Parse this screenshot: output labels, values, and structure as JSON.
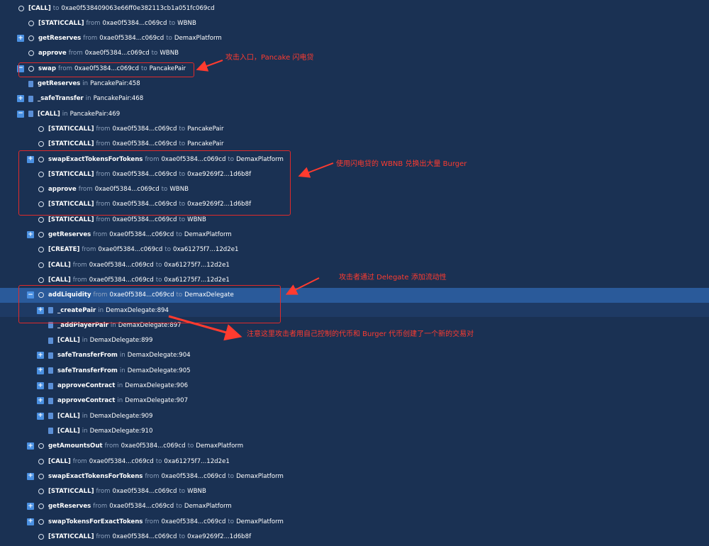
{
  "rows": [
    {
      "fn": "[CALL]",
      "kw": "to",
      "addr": "0xae0f538409063e66ff0e382113cb1a051fc069cd",
      "toggle": "",
      "icon": "circle",
      "level": 0
    },
    {
      "fn": "[STATICCALL]",
      "kw": "from",
      "addr": "0xae0f5384...c069cd",
      "kw2": "to",
      "addr2": "WBNB",
      "toggle": "",
      "icon": "circle",
      "level": 1
    },
    {
      "fn": "getReserves",
      "kw": "from",
      "addr": "0xae0f5384...c069cd",
      "kw2": "to",
      "addr2": "DemaxPlatform",
      "toggle": "+",
      "icon": "circle",
      "level": 1
    },
    {
      "fn": "approve",
      "kw": "from",
      "addr": "0xae0f5384...c069cd",
      "kw2": "to",
      "addr2": "WBNB",
      "toggle": "",
      "icon": "circle",
      "level": 1
    },
    {
      "fn": "swap",
      "kw": "from",
      "addr": "0xae0f5384...c069cd",
      "kw2": "to",
      "addr2": "PancakePair",
      "toggle": "−",
      "icon": "circle",
      "level": 1
    },
    {
      "fn": "getReserves",
      "kw": "in",
      "addr": "PancakePair:458",
      "toggle": "",
      "icon": "doc",
      "level": 2
    },
    {
      "fn": "_safeTransfer",
      "kw": "in",
      "addr": "PancakePair:468",
      "toggle": "+",
      "icon": "doc",
      "level": 2
    },
    {
      "fn": "[CALL]",
      "kw": "in",
      "addr": "PancakePair:469",
      "toggle": "−",
      "icon": "doc",
      "level": 2
    },
    {
      "fn": "[STATICCALL]",
      "kw": "from",
      "addr": "0xae0f5384...c069cd",
      "kw2": "to",
      "addr2": "PancakePair",
      "toggle": "",
      "icon": "circle",
      "level": 3
    },
    {
      "fn": "[STATICCALL]",
      "kw": "from",
      "addr": "0xae0f5384...c069cd",
      "kw2": "to",
      "addr2": "PancakePair",
      "toggle": "",
      "icon": "circle",
      "level": 3
    },
    {
      "fn": "swapExactTokensForTokens",
      "kw": "from",
      "addr": "0xae0f5384...c069cd",
      "kw2": "to",
      "addr2": "DemaxPlatform",
      "toggle": "+",
      "icon": "circle",
      "level": 3
    },
    {
      "fn": "[STATICCALL]",
      "kw": "from",
      "addr": "0xae0f5384...c069cd",
      "kw2": "to",
      "addr2": "0xae9269f2...1d6b8f",
      "toggle": "",
      "icon": "circle",
      "level": 3
    },
    {
      "fn": "approve",
      "kw": "from",
      "addr": "0xae0f5384...c069cd",
      "kw2": "to",
      "addr2": "WBNB",
      "toggle": "",
      "icon": "circle",
      "level": 3
    },
    {
      "fn": "[STATICCALL]",
      "kw": "from",
      "addr": "0xae0f5384...c069cd",
      "kw2": "to",
      "addr2": "0xae9269f2...1d6b8f",
      "toggle": "",
      "icon": "circle",
      "level": 3
    },
    {
      "fn": "[STATICCALL]",
      "kw": "from",
      "addr": "0xae0f5384...c069cd",
      "kw2": "to",
      "addr2": "WBNB",
      "toggle": "",
      "icon": "circle",
      "level": 3
    },
    {
      "fn": "getReserves",
      "kw": "from",
      "addr": "0xae0f5384...c069cd",
      "kw2": "to",
      "addr2": "DemaxPlatform",
      "toggle": "+",
      "icon": "circle",
      "level": 3
    },
    {
      "fn": "[CREATE]",
      "kw": "from",
      "addr": "0xae0f5384...c069cd",
      "kw2": "to",
      "addr2": "0xa61275f7...12d2e1",
      "toggle": "",
      "icon": "circle",
      "level": 3
    },
    {
      "fn": "[CALL]",
      "kw": "from",
      "addr": "0xae0f5384...c069cd",
      "kw2": "to",
      "addr2": "0xa61275f7...12d2e1",
      "toggle": "",
      "icon": "circle",
      "level": 3
    },
    {
      "fn": "[CALL]",
      "kw": "from",
      "addr": "0xae0f5384...c069cd",
      "kw2": "to",
      "addr2": "0xa61275f7...12d2e1",
      "toggle": "",
      "icon": "circle",
      "level": 3
    },
    {
      "fn": "addLiquidity",
      "kw": "from",
      "addr": "0xae0f5384...c069cd",
      "kw2": "to",
      "addr2": "DemaxDelegate",
      "toggle": "−",
      "icon": "circle",
      "level": 3,
      "highlight": true
    },
    {
      "fn": "_createPair",
      "kw": "in",
      "addr": "DemaxDelegate:894",
      "toggle": "+",
      "icon": "doc",
      "level": 4
    },
    {
      "fn": "_addPlayerPair",
      "kw": "in",
      "addr": "DemaxDelegate:897",
      "toggle": "",
      "icon": "doc",
      "level": 4
    },
    {
      "fn": "[CALL]",
      "kw": "in",
      "addr": "DemaxDelegate:899",
      "toggle": "",
      "icon": "doc",
      "level": 4
    },
    {
      "fn": "safeTransferFrom",
      "kw": "in",
      "addr": "DemaxDelegate:904",
      "toggle": "+",
      "icon": "doc",
      "level": 4
    },
    {
      "fn": "safeTransferFrom",
      "kw": "in",
      "addr": "DemaxDelegate:905",
      "toggle": "+",
      "icon": "doc",
      "level": 4
    },
    {
      "fn": "approveContract",
      "kw": "in",
      "addr": "DemaxDelegate:906",
      "toggle": "+",
      "icon": "doc",
      "level": 4
    },
    {
      "fn": "approveContract",
      "kw": "in",
      "addr": "DemaxDelegate:907",
      "toggle": "+",
      "icon": "doc",
      "level": 4
    },
    {
      "fn": "[CALL]",
      "kw": "in",
      "addr": "DemaxDelegate:909",
      "toggle": "+",
      "icon": "doc",
      "level": 4
    },
    {
      "fn": "[CALL]",
      "kw": "in",
      "addr": "DemaxDelegate:910",
      "toggle": "",
      "icon": "doc",
      "level": 4
    },
    {
      "fn": "getAmountsOut",
      "kw": "from",
      "addr": "0xae0f5384...c069cd",
      "kw2": "to",
      "addr2": "DemaxPlatform",
      "toggle": "+",
      "icon": "circle",
      "level": 3
    },
    {
      "fn": "[CALL]",
      "kw": "from",
      "addr": "0xae0f5384...c069cd",
      "kw2": "to",
      "addr2": "0xa61275f7...12d2e1",
      "toggle": "",
      "icon": "circle",
      "level": 3
    },
    {
      "fn": "swapExactTokensForTokens",
      "kw": "from",
      "addr": "0xae0f5384...c069cd",
      "kw2": "to",
      "addr2": "DemaxPlatform",
      "toggle": "+",
      "icon": "circle",
      "level": 3
    },
    {
      "fn": "[STATICCALL]",
      "kw": "from",
      "addr": "0xae0f5384...c069cd",
      "kw2": "to",
      "addr2": "WBNB",
      "toggle": "",
      "icon": "circle",
      "level": 3
    },
    {
      "fn": "getReserves",
      "kw": "from",
      "addr": "0xae0f5384...c069cd",
      "kw2": "to",
      "addr2": "DemaxPlatform",
      "toggle": "+",
      "icon": "circle",
      "level": 3
    },
    {
      "fn": "swapTokensForExactTokens",
      "kw": "from",
      "addr": "0xae0f5384...c069cd",
      "kw2": "to",
      "addr2": "DemaxPlatform",
      "toggle": "+",
      "icon": "circle",
      "level": 3
    },
    {
      "fn": "[STATICCALL]",
      "kw": "from",
      "addr": "0xae0f5384...c069cd",
      "kw2": "to",
      "addr2": "0xae9269f2...1d6b8f",
      "toggle": "",
      "icon": "circle",
      "level": 3
    }
  ],
  "annotations": {
    "a1": "攻击入口，Pancake 闪电贷",
    "a2": "使用闪电贷的 WBNB 兑换出大量 Burger",
    "a3": "攻击者通过 Delegate 添加流动性",
    "a4": "注意这里攻击者用自己控制的代币和 Burger 代币创建了一个新的交易对"
  },
  "colors": {
    "background": "#1a3153",
    "highlight": "#2a5a9a",
    "annotation": "#ff3b2f",
    "toggle": "#4a90e2"
  }
}
